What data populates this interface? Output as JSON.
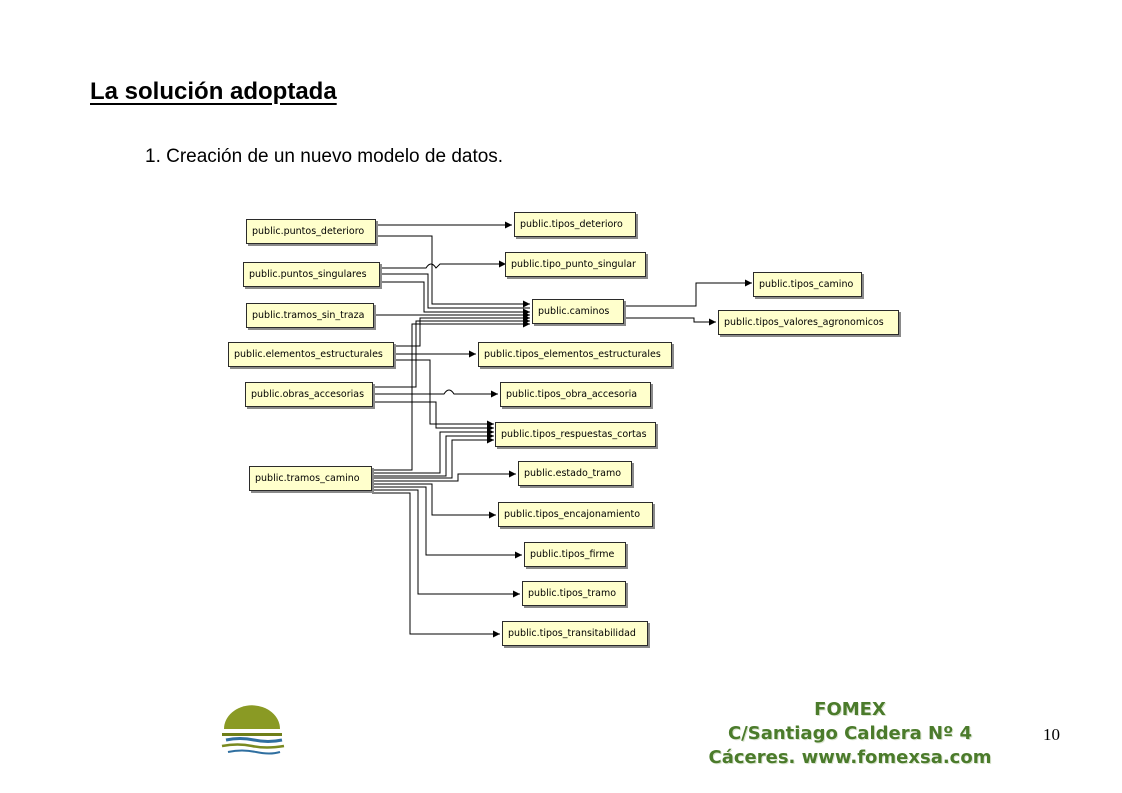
{
  "slide": {
    "title": "La solución adoptada",
    "bullet": "1. Creación de un nuevo modelo de datos.",
    "page_number": "10"
  },
  "diagram": {
    "tables": [
      "public.puntos_deterioro",
      "public.puntos_singulares",
      "public.tramos_sin_traza",
      "public.elementos_estructurales",
      "public.obras_accesorias",
      "public.tramos_camino",
      "public.tipos_deterioro",
      "public.tipo_punto_singular",
      "public.caminos",
      "public.tipos_camino",
      "public.tipos_valores_agronomicos",
      "public.tipos_elementos_estructurales",
      "public.tipos_obra_accesoria",
      "public.tipos_respuestas_cortas",
      "public.estado_tramo",
      "public.tipos_encajonamiento",
      "public.tipos_firme",
      "public.tipos_tramo",
      "public.tipos_transitabilidad"
    ],
    "relations": [
      [
        "public.puntos_deterioro",
        "public.tipos_deterioro"
      ],
      [
        "public.puntos_deterioro",
        "public.caminos"
      ],
      [
        "public.puntos_singulares",
        "public.tipo_punto_singular"
      ],
      [
        "public.puntos_singulares",
        "public.caminos"
      ],
      [
        "public.tramos_sin_traza",
        "public.caminos"
      ],
      [
        "public.elementos_estructurales",
        "public.caminos"
      ],
      [
        "public.elementos_estructurales",
        "public.tipos_elementos_estructurales"
      ],
      [
        "public.elementos_estructurales",
        "public.tipos_respuestas_cortas"
      ],
      [
        "public.obras_accesorias",
        "public.caminos"
      ],
      [
        "public.obras_accesorias",
        "public.tipos_obra_accesoria"
      ],
      [
        "public.obras_accesorias",
        "public.tipos_respuestas_cortas"
      ],
      [
        "public.tramos_camino",
        "public.caminos"
      ],
      [
        "public.tramos_camino",
        "public.tipos_respuestas_cortas"
      ],
      [
        "public.tramos_camino",
        "public.estado_tramo"
      ],
      [
        "public.tramos_camino",
        "public.tipos_encajonamiento"
      ],
      [
        "public.tramos_camino",
        "public.tipos_firme"
      ],
      [
        "public.tramos_camino",
        "public.tipos_tramo"
      ],
      [
        "public.tramos_camino",
        "public.tipos_transitabilidad"
      ],
      [
        "public.caminos",
        "public.tipos_camino"
      ],
      [
        "public.caminos",
        "public.tipos_valores_agronomicos"
      ]
    ]
  },
  "footer": {
    "company_name": "FOMEX",
    "address": "C/Santiago Caldera Nº 4",
    "city_web": "Cáceres. www.fomexsa.com",
    "logo_icon": "fomex-sun-over-water-logo",
    "company_color": "#4b7b2b"
  }
}
